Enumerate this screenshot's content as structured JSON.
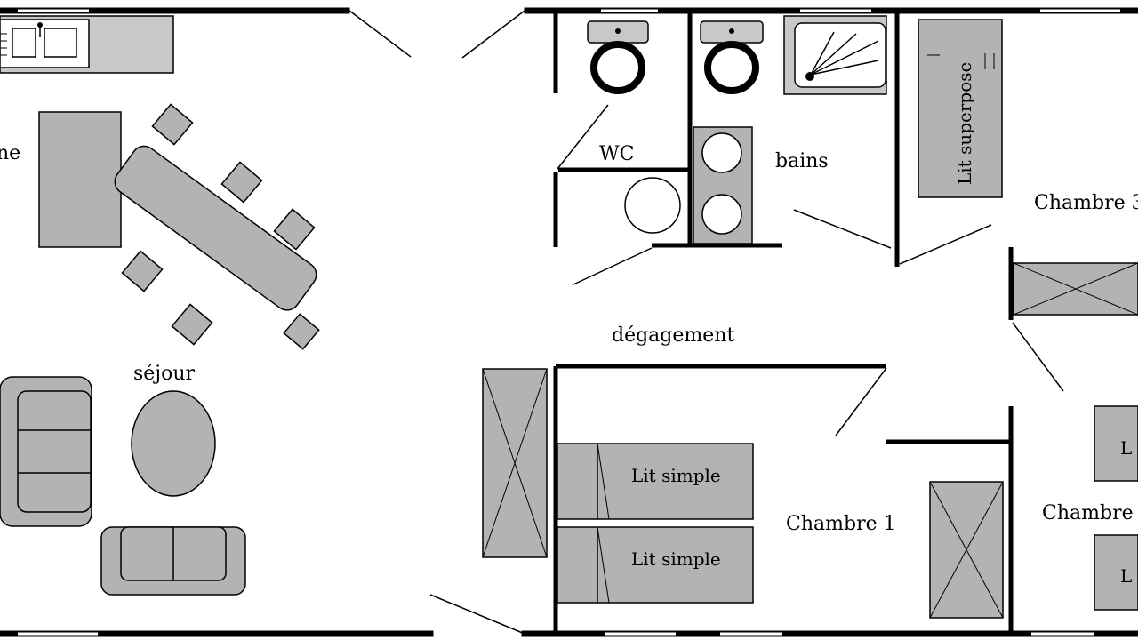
{
  "plan": {
    "rooms": {
      "cuisine_partial": "ne",
      "sejour": "séjour",
      "wc": "WC",
      "bains": "bains",
      "degagement": "dégagement",
      "chambre1": "Chambre 1",
      "chambre2_partial": "Chambre",
      "chambre3_partial": "Chambre 3"
    },
    "furniture": {
      "lit_superpose": "Lit superpose",
      "lit_simple_1": "Lit simple",
      "lit_simple_2": "Lit simple",
      "lit_right_1": "L",
      "lit_right_2": "L"
    },
    "colors": {
      "furniture": "#b3b3b3",
      "wall": "#000000"
    }
  }
}
